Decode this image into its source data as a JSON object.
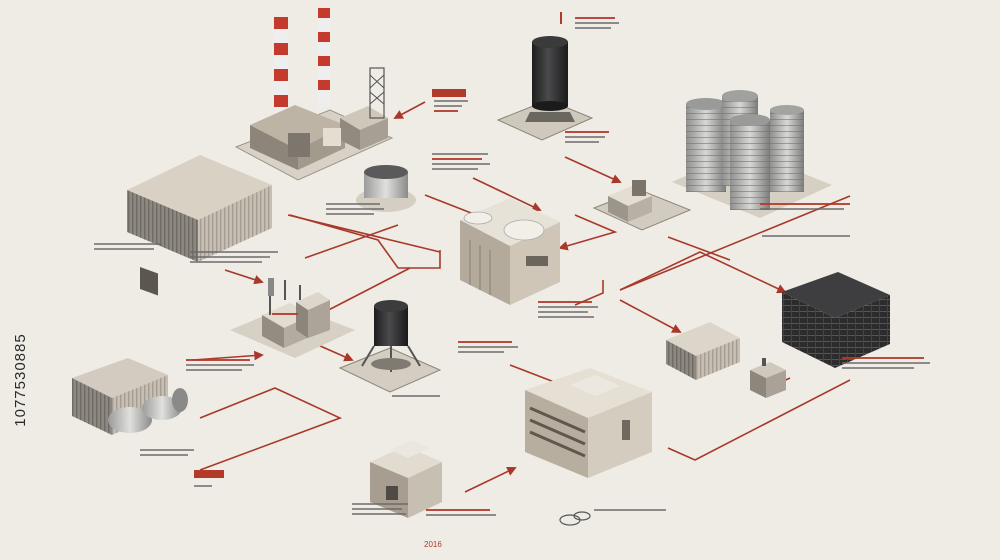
{
  "watermark_id": "1077530885",
  "code_label": "2016",
  "colors": {
    "background": "#efece6",
    "connector": "#a8382a",
    "accent_red": "#b23a2a",
    "dark_unit": "#2f2f30",
    "building_light": "#d9d1c4",
    "building_mid": "#b5ab9c",
    "building_dark": "#8b8378"
  },
  "nodes": [
    {
      "id": "power-plant",
      "icon": "power-plant-icon"
    },
    {
      "id": "water-tower",
      "icon": "storage-tank-icon"
    },
    {
      "id": "warehouse",
      "icon": "warehouse-icon"
    },
    {
      "id": "cooling-tank",
      "icon": "cooling-tank-icon"
    },
    {
      "id": "substation",
      "icon": "substation-icon"
    },
    {
      "id": "silo-cluster",
      "icon": "silo-cluster-icon"
    },
    {
      "id": "pump-unit",
      "icon": "pump-unit-icon"
    },
    {
      "id": "central-hub",
      "icon": "central-hub-icon"
    },
    {
      "id": "compressor-station",
      "icon": "compressor-icon"
    },
    {
      "id": "dark-tank",
      "icon": "dark-tank-icon"
    },
    {
      "id": "battery-storage",
      "icon": "battery-storage-icon"
    },
    {
      "id": "pipe-storage",
      "icon": "pipe-storage-icon"
    },
    {
      "id": "container-block",
      "icon": "container-icon"
    },
    {
      "id": "small-module",
      "icon": "module-icon"
    },
    {
      "id": "office-building",
      "icon": "office-building-icon"
    },
    {
      "id": "small-building",
      "icon": "small-building-icon"
    },
    {
      "id": "tank-cluster",
      "icon": "tank-icon"
    }
  ]
}
